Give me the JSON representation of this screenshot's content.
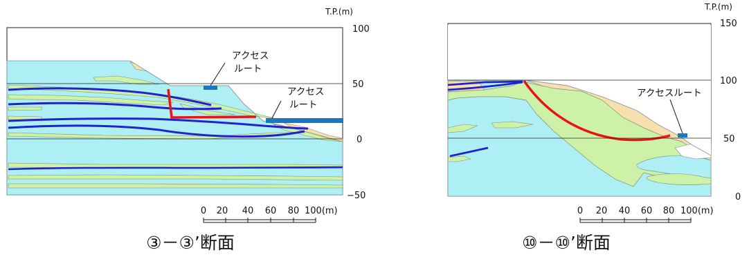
{
  "left_panel": {
    "unit_label": "T.P.(m)",
    "y_ticks": [
      "100",
      "50",
      "0",
      "−50"
    ],
    "scale_ticks": [
      "0",
      "20",
      "40",
      "60",
      "80",
      "100(m)"
    ],
    "access_label_1": [
      "アクセス",
      "ルート"
    ],
    "access_label_2": [
      "アクセス",
      "ルート"
    ],
    "caption": "③－③’断面"
  },
  "right_panel": {
    "unit_label": "T.P.(m)",
    "y_ticks": [
      "150",
      "100",
      "50",
      "0"
    ],
    "scale_ticks": [
      "0",
      "20",
      "40",
      "60",
      "80",
      "100(m)"
    ],
    "access_label": "アクセスルート",
    "caption": "⑩－⑩’断面"
  },
  "colors": {
    "cyan_layer": "#aeeef5",
    "green_layer": "#cdf2a7",
    "tan_layer": "#f7dfb0",
    "blue_line": "#2222cc",
    "red_line": "#ee1111",
    "access_route": "#1a78bf"
  }
}
